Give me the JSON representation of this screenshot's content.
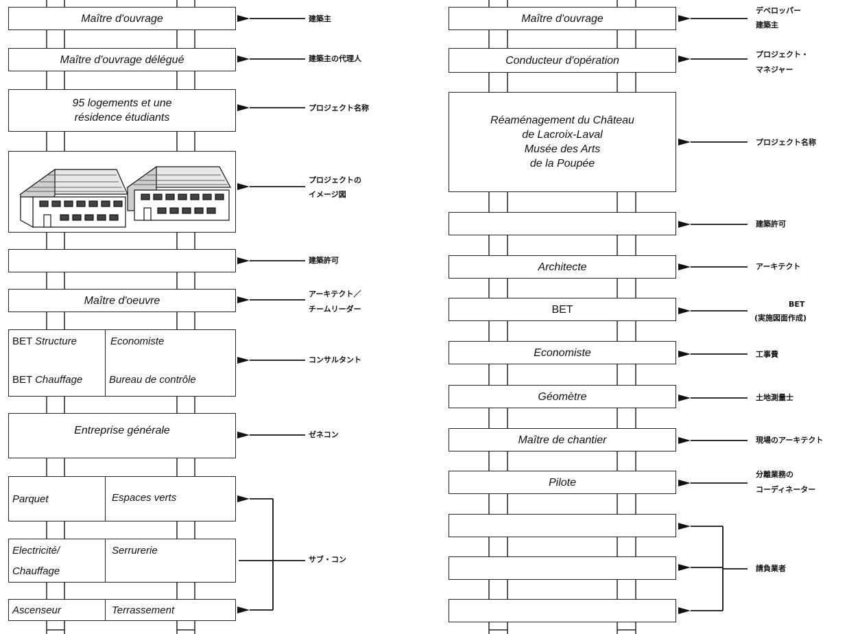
{
  "left": {
    "boxes": [
      {
        "id": "moa",
        "text": "Maître d'ouvrage"
      },
      {
        "id": "moad",
        "text": "Maître d'ouvrage délégué"
      },
      {
        "id": "proj",
        "lines": [
          "95 logements et une",
          "résidence étudiants"
        ]
      },
      {
        "id": "image",
        "image": "house-buildings-illustration"
      },
      {
        "id": "permit",
        "text": ""
      },
      {
        "id": "moe",
        "text": "Maître d'oeuvre"
      },
      {
        "id": "consult",
        "cells": [
          "BET Structure",
          "Economiste",
          "BET Chauffage",
          "Bureau de contrôle"
        ]
      },
      {
        "id": "entreprise",
        "text": "Entreprise générale"
      },
      {
        "id": "sub1",
        "cells": [
          "Parquet",
          "Espaces verts"
        ]
      },
      {
        "id": "sub2",
        "cells": [
          "Electricité/",
          "Chauffage",
          "Serrurerie"
        ]
      },
      {
        "id": "sub3",
        "cells": [
          "Ascenseur",
          "Terrassement"
        ]
      }
    ],
    "labels": [
      "建築主",
      "建築主の代理人",
      "プロジェクト名称",
      "プロジェクトの",
      "イメージ図",
      "建築許可",
      "アーキテクト／",
      "チームリーダー",
      "コンサルタント",
      "ゼネコン",
      "サブ・コン"
    ]
  },
  "right": {
    "boxes": [
      {
        "id": "moa",
        "text": "Maître d'ouvrage"
      },
      {
        "id": "cond",
        "text": "Conducteur d'opération"
      },
      {
        "id": "proj",
        "lines": [
          "Réaménagement du Château",
          "de Lacroix-Laval",
          "Musée des Arts",
          "de la Poupée"
        ]
      },
      {
        "id": "permit",
        "text": ""
      },
      {
        "id": "arch",
        "text": "Architecte"
      },
      {
        "id": "bet",
        "text": "BET"
      },
      {
        "id": "eco",
        "text": "Economiste"
      },
      {
        "id": "geo",
        "text": "Géomètre"
      },
      {
        "id": "chantier",
        "text": "Maître de chantier"
      },
      {
        "id": "pilote",
        "text": "Pilote"
      },
      {
        "id": "blank1",
        "text": ""
      },
      {
        "id": "blank2",
        "text": ""
      },
      {
        "id": "blank3",
        "text": ""
      }
    ],
    "labels": [
      "デベロッパー",
      "建築主",
      "プロジェクト・",
      "マネジャー",
      "プロジェクト名称",
      "建築許可",
      "アーキテクト",
      "BET",
      "(実施図面作成)",
      "工事費",
      "土地測量士",
      "現場のアーキテクト",
      "分離業務の",
      "コーディネーター",
      "請負業者"
    ]
  }
}
